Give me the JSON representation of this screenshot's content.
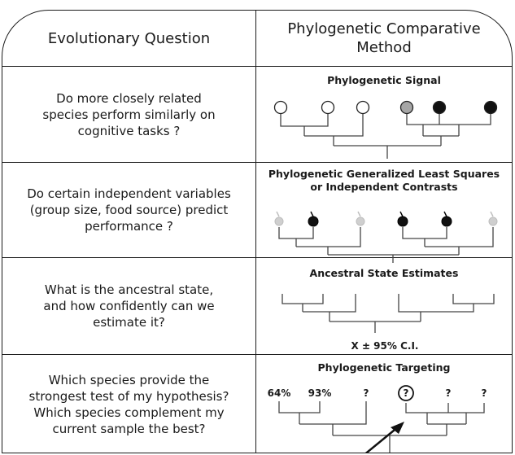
{
  "headers": {
    "question": "Evolutionary Question",
    "method": "Phylogenetic Comparative\nMethod"
  },
  "rows": [
    {
      "question": "Do more closely related\nspecies perform similarly on\ncognitive tasks ?",
      "method": "Phylogenetic Signal",
      "tip_states": [
        "white",
        "white",
        "white",
        "gray",
        "black",
        "black"
      ]
    },
    {
      "question": "Do certain independent variables\n(group size, food source) predict\nperformance ?",
      "method": "Phylogenetic Generalized Least Squares\nor Independent Contrasts",
      "tip_states": [
        "light",
        "dark",
        "light",
        "dark",
        "dark",
        "light"
      ]
    },
    {
      "question": "What is the ancestral state,\nand how confidently can we\nestimate it?",
      "method": "Ancestral State Estimates",
      "root_label": "X ± 95% C.I."
    },
    {
      "question": "Which species provide the\nstrongest test of my hypothesis?\nWhich species complement my\ncurrent sample the best?",
      "method": "Phylogenetic Targeting",
      "tip_labels": [
        "64%",
        "93%",
        "?",
        "?",
        "?",
        "?"
      ],
      "highlighted_tip": 3
    }
  ],
  "colors": {
    "line": "#1a1a1a",
    "gray_tip": "#a6a6a6",
    "black_tip": "#111111",
    "light_icon": "#cfcfcf"
  }
}
